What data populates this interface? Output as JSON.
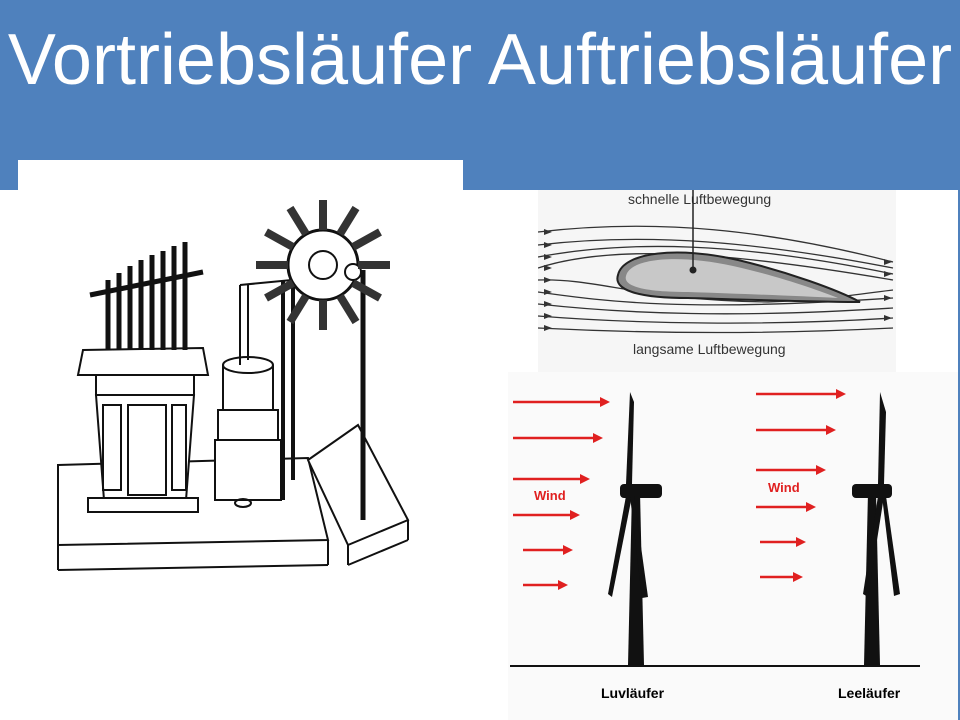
{
  "headings": {
    "left": "Vortriebsläufer",
    "right": "Auftriebsläufer"
  },
  "wing_diagram": {
    "top_label": "schnelle Luftbewegung",
    "bottom_label": "langsame Luftbewegung"
  },
  "turbines": {
    "wind_label_left": "Wind",
    "wind_label_right": "Wind",
    "upwind_label": "Luvläufer",
    "downwind_label": "Leeläufer"
  },
  "colors": {
    "header": "#4f81bd",
    "heading_text": "#ffffff",
    "wind_arrow": "#e02020",
    "line_art": "#111111"
  }
}
